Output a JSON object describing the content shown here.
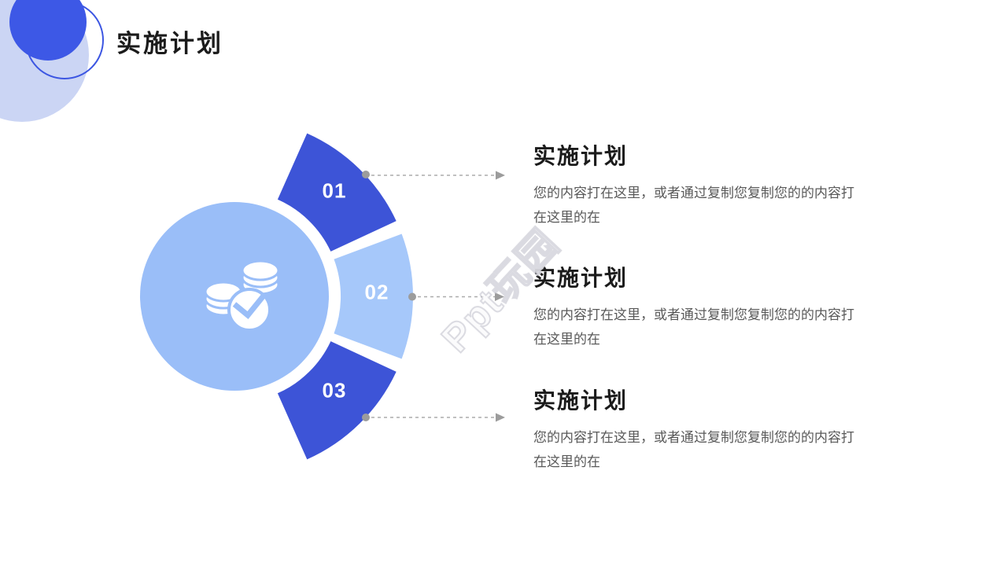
{
  "page": {
    "title": "实施计划"
  },
  "theme": {
    "dark_blue": "#3D54D7",
    "light_blue": "#9ABEF8",
    "lighter_blue": "#A6C8FA",
    "deco_blue": "#3D58E6",
    "deco_pale": "#CBD5F4",
    "ring_stroke": "#3C56E2",
    "connector_gray": "#9C9C9C",
    "connector_line": "#ACACAC",
    "heading_color": "#1B1B1B",
    "body_color": "#595959"
  },
  "icons": {
    "center_icon": "coins-with-checkmark"
  },
  "steps": [
    {
      "number": "01",
      "heading": "实施计划",
      "body": "您的内容打在这里，或者通过复制您复制您的的内容打在这里的在"
    },
    {
      "number": "02",
      "heading": "实施计划",
      "body": "您的内容打在这里，或者通过复制您复制您的的内容打在这里的在"
    },
    {
      "number": "03",
      "heading": "实施计划",
      "body": "您的内容打在这里，或者通过复制您复制您的的内容打在这里的在"
    }
  ],
  "watermark": {
    "text": "Ppt玩园"
  }
}
